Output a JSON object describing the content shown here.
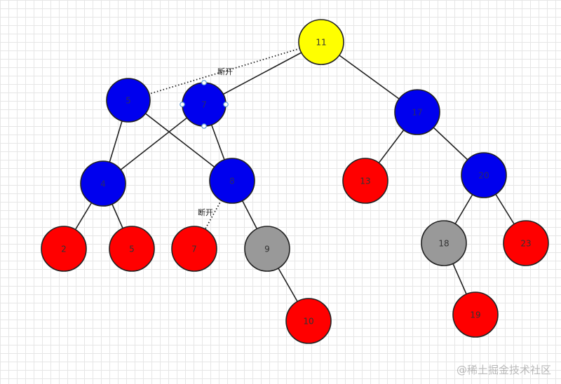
{
  "colors": {
    "yellow": "#ffff00",
    "blue": "#0000ee",
    "red": "#ff0000",
    "gray": "#999999",
    "selection_handle": "#5b9bd5"
  },
  "nodes": [
    {
      "id": "n11",
      "label": "11",
      "color": "yellow"
    },
    {
      "id": "n5",
      "label": "5",
      "color": "blue"
    },
    {
      "id": "nsel",
      "label": "7",
      "color": "blue",
      "selected": true
    },
    {
      "id": "n17",
      "label": "17",
      "color": "blue"
    },
    {
      "id": "n4",
      "label": "4",
      "color": "blue"
    },
    {
      "id": "n8",
      "label": "8",
      "color": "blue"
    },
    {
      "id": "n13",
      "label": "13",
      "color": "red"
    },
    {
      "id": "n20",
      "label": "20",
      "color": "blue"
    },
    {
      "id": "n2",
      "label": "2",
      "color": "red"
    },
    {
      "id": "n5b",
      "label": "5",
      "color": "red"
    },
    {
      "id": "n7",
      "label": "7",
      "color": "red"
    },
    {
      "id": "n9",
      "label": "9",
      "color": "gray"
    },
    {
      "id": "n18",
      "label": "18",
      "color": "gray"
    },
    {
      "id": "n23",
      "label": "23",
      "color": "red"
    },
    {
      "id": "n10",
      "label": "10",
      "color": "red"
    },
    {
      "id": "n19",
      "label": "19",
      "color": "red"
    }
  ],
  "edges": [
    {
      "from": "n11",
      "to": "nsel",
      "style": "solid"
    },
    {
      "from": "n11",
      "to": "n17",
      "style": "solid"
    },
    {
      "from": "n11",
      "to": "n5",
      "style": "dotted"
    },
    {
      "from": "n5",
      "to": "n4",
      "style": "solid"
    },
    {
      "from": "n5",
      "to": "n8",
      "style": "solid"
    },
    {
      "from": "nsel",
      "to": "n4",
      "style": "solid"
    },
    {
      "from": "nsel",
      "to": "n8",
      "style": "solid"
    },
    {
      "from": "n4",
      "to": "n2",
      "style": "solid"
    },
    {
      "from": "n4",
      "to": "n5b",
      "style": "solid"
    },
    {
      "from": "n8",
      "to": "n7",
      "style": "dotted"
    },
    {
      "from": "n8",
      "to": "n9",
      "style": "solid"
    },
    {
      "from": "n9",
      "to": "n10",
      "style": "solid"
    },
    {
      "from": "n17",
      "to": "n13",
      "style": "solid"
    },
    {
      "from": "n17",
      "to": "n20",
      "style": "solid"
    },
    {
      "from": "n20",
      "to": "n18",
      "style": "solid"
    },
    {
      "from": "n20",
      "to": "n23",
      "style": "solid"
    },
    {
      "from": "n18",
      "to": "n19",
      "style": "solid"
    }
  ],
  "annotations": [
    {
      "id": "break-top",
      "text": "断开"
    },
    {
      "id": "break-bottom",
      "text": "断开"
    }
  ],
  "watermark": "@稀土掘金技术社区"
}
